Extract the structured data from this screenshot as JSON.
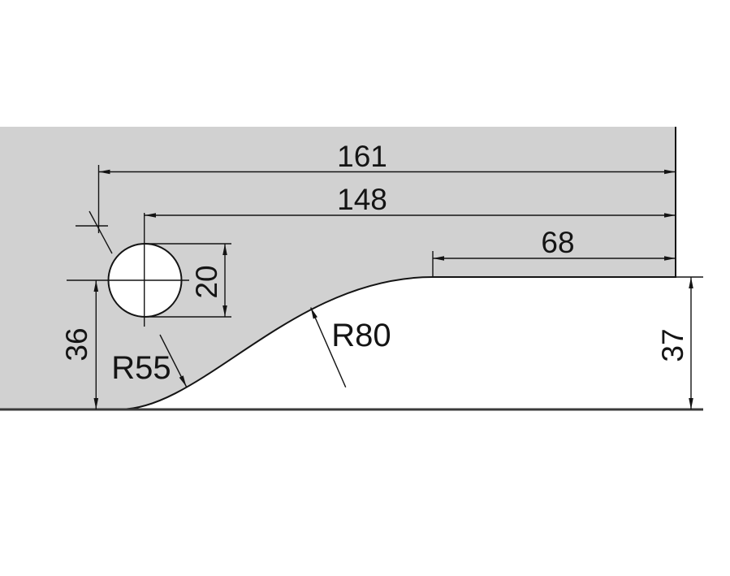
{
  "colors": {
    "background": "#ffffff",
    "part_fill": "#d1d1d1",
    "line": "#141414",
    "ground_line": "#3a3a3a"
  },
  "dimensions": {
    "overall_length": "161",
    "hole_center_to_right_edge": "148",
    "top_flat_length": "68",
    "hole_diameter": "20",
    "height_left": "36",
    "height_right": "37"
  },
  "radius_labels": {
    "lower": "R55",
    "upper": "R80"
  }
}
